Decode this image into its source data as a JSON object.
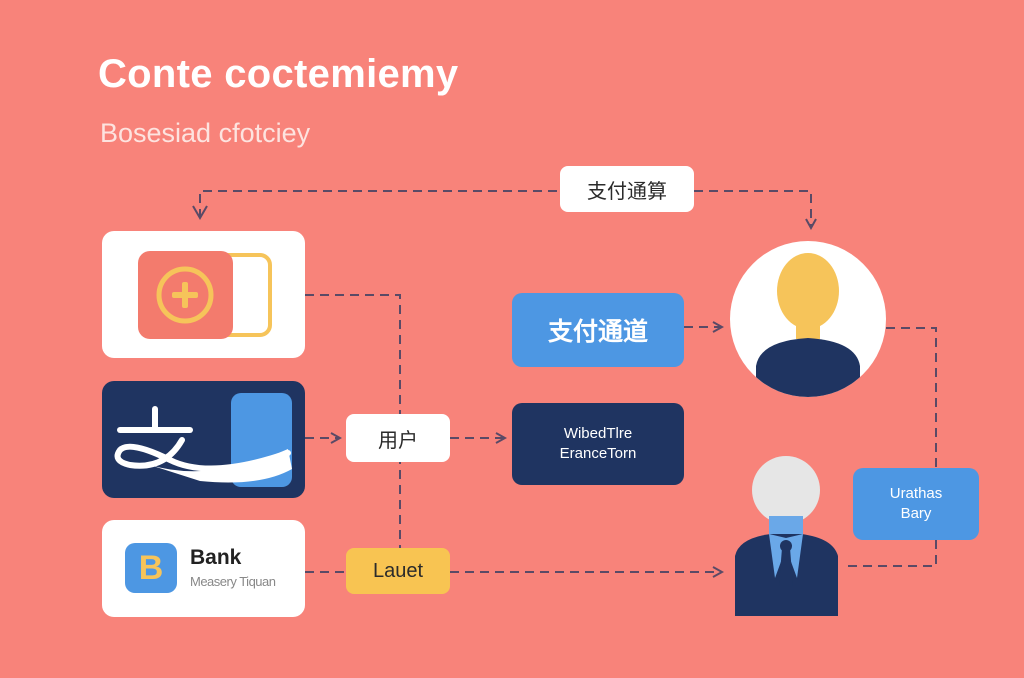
{
  "header": {
    "title": "Conte coctemiemy",
    "subtitle": "Bosesiad cfotciey"
  },
  "nodes": {
    "settlement": {
      "label": "支付通算"
    },
    "wallet": {
      "icon": "wallet-plus-icon"
    },
    "alipay": {
      "icon": "alipay-zhi-icon",
      "glyph": "支"
    },
    "bank": {
      "logo_letter": "B",
      "name": "Bank",
      "subtitle": "Measery Tiquan"
    },
    "user": {
      "label": "用户"
    },
    "lauet": {
      "label": "Lauet"
    },
    "channel": {
      "label": "支付通道"
    },
    "wibed": {
      "line1": "WibedTlre",
      "line2": "EranceTorn"
    },
    "customer_avatar": {
      "icon": "user-avatar-icon"
    },
    "business_person": {
      "icon": "businessman-icon"
    },
    "urathas": {
      "line1": "Urathas",
      "line2": "Bary"
    }
  },
  "colors": {
    "background": "#f8837a",
    "navy": "#1f3461",
    "blue": "#4d97e3",
    "yellow": "#f6c45a",
    "connector": "#5a4a66",
    "white": "#ffffff"
  }
}
